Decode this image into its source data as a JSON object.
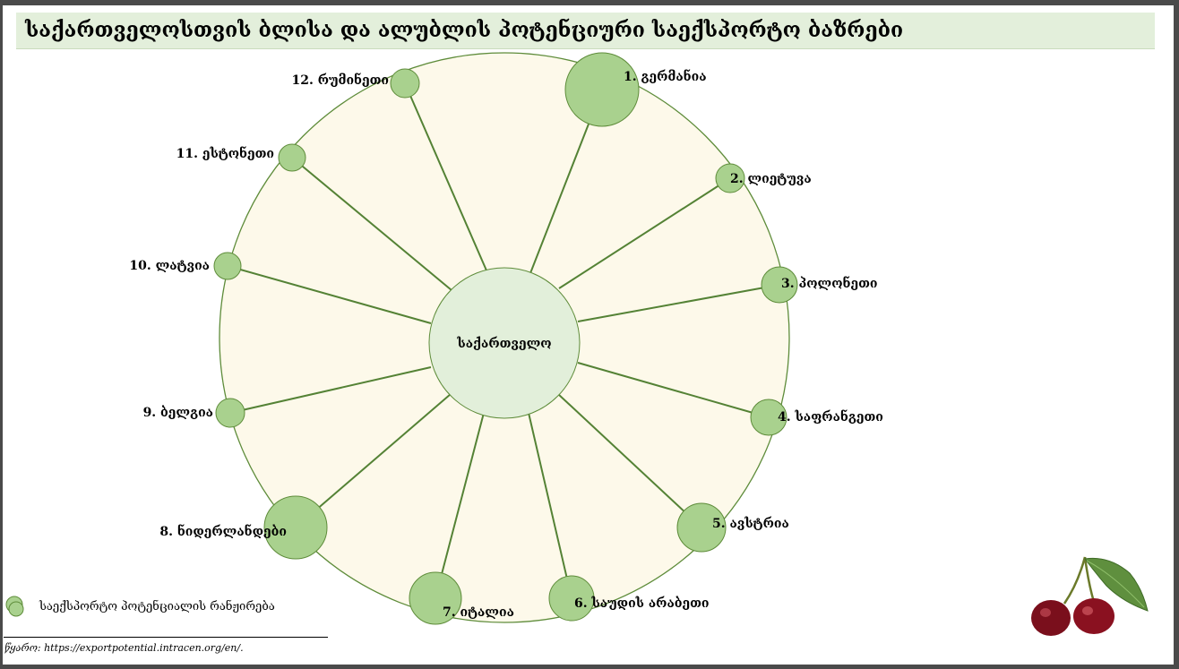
{
  "title": "საქართველოსთვის ბლისა და ალუბლის პოტენციური საექსპორტო ბაზრები",
  "center": {
    "label": "საქართველო"
  },
  "markets": [
    {
      "rank": "1.",
      "name": "გერმანია"
    },
    {
      "rank": "2.",
      "name": "ლიეტუვა"
    },
    {
      "rank": "3.",
      "name": "პოლონეთი"
    },
    {
      "rank": "4.",
      "name": "საფრანგეთი"
    },
    {
      "rank": "5.",
      "name": "ავსტრია"
    },
    {
      "rank": "6.",
      "name": "საუდის არაბეთი"
    },
    {
      "rank": "7.",
      "name": "იტალია"
    },
    {
      "rank": "8.",
      "name": "ნიდერლანდები"
    },
    {
      "rank": "9.",
      "name": "ბელგია"
    },
    {
      "rank": "10.",
      "name": "ლატვია"
    },
    {
      "rank": "11.",
      "name": "ესტონეთი"
    },
    {
      "rank": "12.",
      "name": "რუმინეთი"
    }
  ],
  "legend": {
    "label": "საექსპორტო პოტენციალის რანჟირება"
  },
  "source": "წყარო: https://exportpotential.intracen.org/en/.",
  "colors": {
    "title_bg": "#e3efdb",
    "ring_fill": "#fdf9ea",
    "ring_stroke": "#5e8c3a",
    "node_fill": "#a9d18e",
    "node_stroke": "#5e8c3a",
    "spoke": "#548235",
    "center_fill": "#e2efda"
  },
  "icons": [
    "cherry-icon",
    "legend-circles-icon"
  ]
}
